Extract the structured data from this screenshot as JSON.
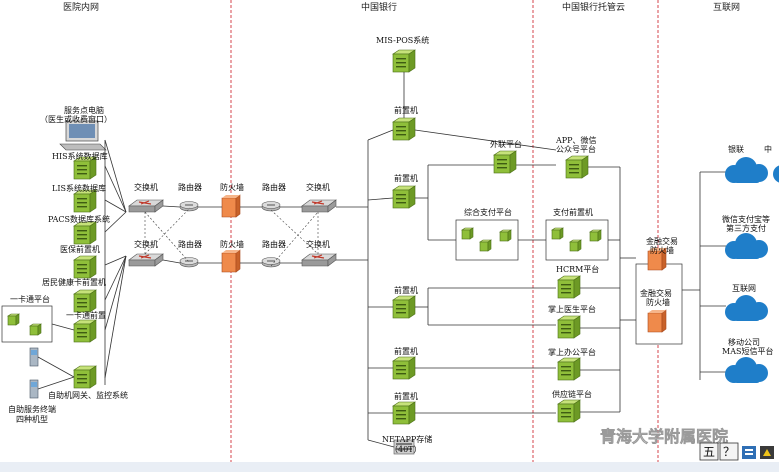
{
  "zones": {
    "hospital": "医院内网",
    "bank": "中国银行",
    "cloud": "中国银行托管云",
    "internet": "互联网"
  },
  "hospital": {
    "service_pc": "服务点电脑",
    "service_pc_sub": "（医生或收费窗口）",
    "his": "HIS系统数据库",
    "lis": "LIS系统数据库",
    "pacs": "PACS数据库系统",
    "insurance": "医保前置机",
    "resident_card": "居民健康卡前置机",
    "card_platform": "一卡通平台",
    "card_front": "一卡通前置",
    "gateway": "自助机网关、监控系统",
    "kiosk_1": "自助服务终端",
    "kiosk_2": "四种机型"
  },
  "network": {
    "switch_l1": "交换机",
    "switch_l2": "交换机",
    "router_l1": "路由器",
    "router_l2": "路由器",
    "firewall_1": "防火墙",
    "firewall_2": "防火墙",
    "router_r1": "路由器",
    "router_r2": "路由器",
    "switch_r1": "交换机",
    "switch_r2": "交换机"
  },
  "bank": {
    "mis_pos": "MIS-POS系统",
    "front_1": "前置机",
    "front_2": "前置机",
    "front_3": "前置机",
    "front_4": "前置机",
    "front_5": "前置机",
    "external": "外联平台",
    "payment_platform": "综合支付平台",
    "storage_1": "NETAPP存储",
    "storage_2": "（40T）"
  },
  "cloud": {
    "app_1": "APP、微信",
    "app_2": "公众号平台",
    "pay_front": "支付前置机",
    "hcrm": "HCRM平台",
    "doctor": "掌上医生平台",
    "office": "掌上办公平台",
    "supply": "供应链平台",
    "fin_fw_1": "金融交易",
    "fin_fw_1b": "防火墙",
    "fin_fw_2": "金融交易",
    "fin_fw_2b": "防火墙"
  },
  "internet": {
    "unionpay": "银联",
    "china": "中",
    "wechat_1": "微信支付宝等",
    "wechat_2": "第三方支付",
    "internet": "互联网",
    "mobile_1": "移动公司",
    "mobile_2": "MAS短信平台"
  },
  "watermark": "青海大学附属医院",
  "bottom_icons": [
    "五",
    "？"
  ]
}
